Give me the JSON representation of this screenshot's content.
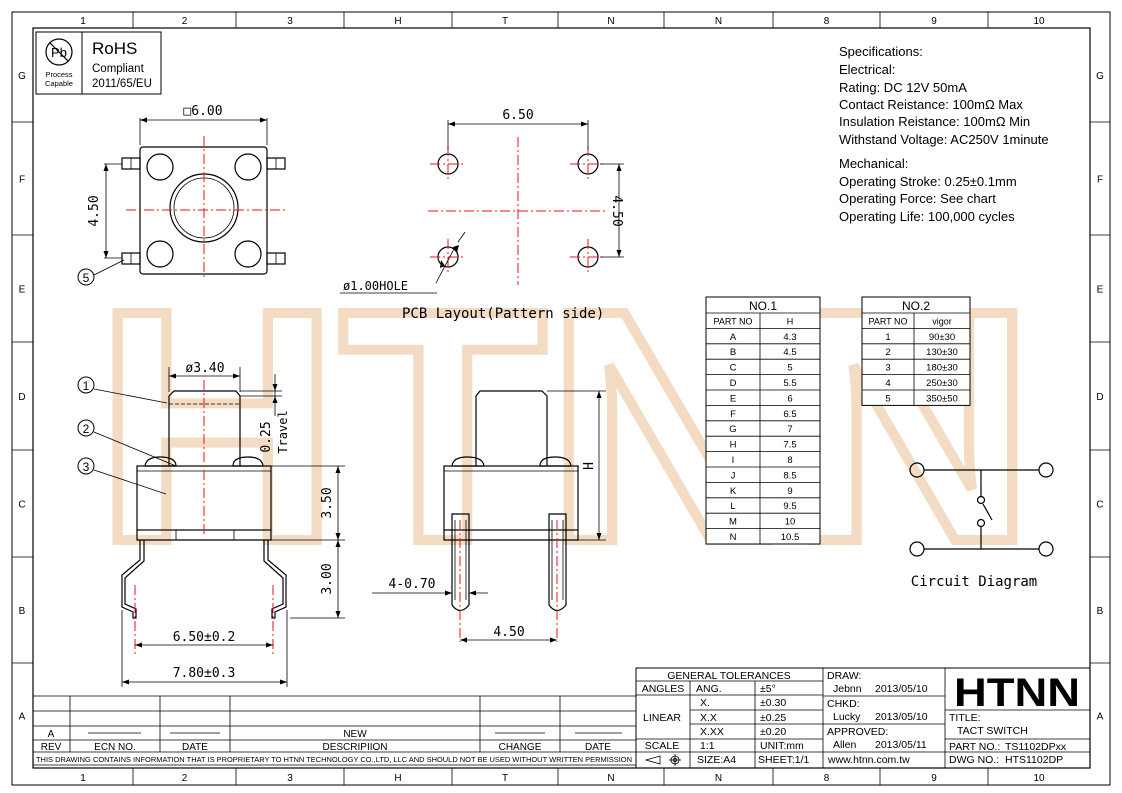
{
  "colors": {
    "ink": "#000000",
    "center_line": "#e8141c",
    "watermark": "#f3dcc3"
  },
  "watermark": "HTNN",
  "grid": {
    "columns": [
      "1",
      "2",
      "3",
      "H",
      "T",
      "N",
      "N",
      "8",
      "9",
      "10"
    ],
    "rows": [
      "G",
      "F",
      "E",
      "D",
      "C",
      "B",
      "A"
    ]
  },
  "rohs": {
    "lines": [
      "RoHS",
      "Compliant",
      "2011/65/EU"
    ],
    "badge": [
      "Process",
      "Capable"
    ],
    "symbol": "Pb"
  },
  "specs": {
    "heading": "Specifications:",
    "electrical_heading": "Electrical:",
    "electrical": [
      "Rating: DC 12V 50mA",
      "Contact Reistance: 100mΩ Max",
      "Insulation Reistance: 100mΩ Min",
      "Withstand Voltage: AC250V 1minute"
    ],
    "mechanical_heading": "Mechanical:",
    "mechanical": [
      "Operating Stroke: 0.25±0.1mm",
      "Operating Force: See chart",
      "Operating Life: 100,000 cycles"
    ]
  },
  "top_view": {
    "dim_width": "□6.00",
    "dim_pitch": "4.50",
    "callout": "5"
  },
  "pcb": {
    "dim_width": "6.50",
    "dim_height": "4.50",
    "hole": "ø1.00HOLE",
    "caption": "PCB Layout(Pattern side)"
  },
  "side_view": {
    "dim_stem": "ø3.40",
    "dim_travel": "0.25",
    "travel_label": "Travel",
    "dim_body": "3.50",
    "dim_leg": "3.00",
    "dim_inner": "6.50±0.2",
    "dim_outer": "7.80±0.3",
    "callouts": [
      "1",
      "2",
      "3"
    ]
  },
  "front_view": {
    "dim_pin": "4-0.70",
    "dim_pitch": "4.50",
    "dim_h": "H"
  },
  "table1": {
    "title": "NO.1",
    "headers": [
      "PART NO",
      "H"
    ],
    "rows": [
      [
        "A",
        "4.3"
      ],
      [
        "B",
        "4.5"
      ],
      [
        "C",
        "5"
      ],
      [
        "D",
        "5.5"
      ],
      [
        "E",
        "6"
      ],
      [
        "F",
        "6.5"
      ],
      [
        "G",
        "7"
      ],
      [
        "H",
        "7.5"
      ],
      [
        "I",
        "8"
      ],
      [
        "J",
        "8.5"
      ],
      [
        "K",
        "9"
      ],
      [
        "L",
        "9.5"
      ],
      [
        "M",
        "10"
      ],
      [
        "N",
        "10.5"
      ]
    ]
  },
  "table2": {
    "title": "NO.2",
    "headers": [
      "PART NO",
      "vigor"
    ],
    "rows": [
      [
        "1",
        "90±30"
      ],
      [
        "2",
        "130±30"
      ],
      [
        "3",
        "180±30"
      ],
      [
        "4",
        "250±30"
      ],
      [
        "5",
        "350±50"
      ]
    ]
  },
  "circuit": {
    "caption": "Circuit Diagram"
  },
  "title_block": {
    "gen_tol": "GENERAL TOLERANCES",
    "angles": "ANGLES",
    "ang": "ANG.",
    "ang_tol": "±5°",
    "linear": "LINEAR",
    "lin_rows": [
      [
        "X.",
        "±0.30"
      ],
      [
        "X.X",
        "±0.25"
      ],
      [
        "X.XX",
        "±0.20"
      ]
    ],
    "scale_label": "SCALE",
    "scale": "1:1",
    "unit": "UNIT:mm",
    "size": "SIZE:A4",
    "sheet": "SHEET:1/1",
    "draw_label": "DRAW:",
    "draw_name": "Jebnn",
    "draw_date": "2013/05/10",
    "chkd_label": "CHKD:",
    "chkd_name": "Lucky",
    "chkd_date": "2013/05/10",
    "appr_label": "APPROVED:",
    "appr_name": "Allen",
    "appr_date": "2013/05/11",
    "website": "www.htnn.com.tw",
    "logo": "HTNN",
    "title_label": "TITLE:",
    "title": "TACT SWITCH",
    "part_label": "PART NO.:",
    "part": "TS1102DPxx",
    "dwg_label": "DWG NO.:",
    "dwg": "HTS1102DP"
  },
  "revision_block": {
    "rev_value": "A",
    "new_value": "NEW",
    "headers": [
      "REV",
      "ECN NO.",
      "DATE",
      "DESCRIPIION",
      "CHANGE",
      "DATE"
    ],
    "notice": "THIS DRAWING CONTAINS INFORMATION THAT IS PROPRIETARY TO HTNN TECHNOLOGY CO.,LTD, LLC AND SHOULD NOT BE USED WITHOUT WRITTEN PERMISSION"
  }
}
